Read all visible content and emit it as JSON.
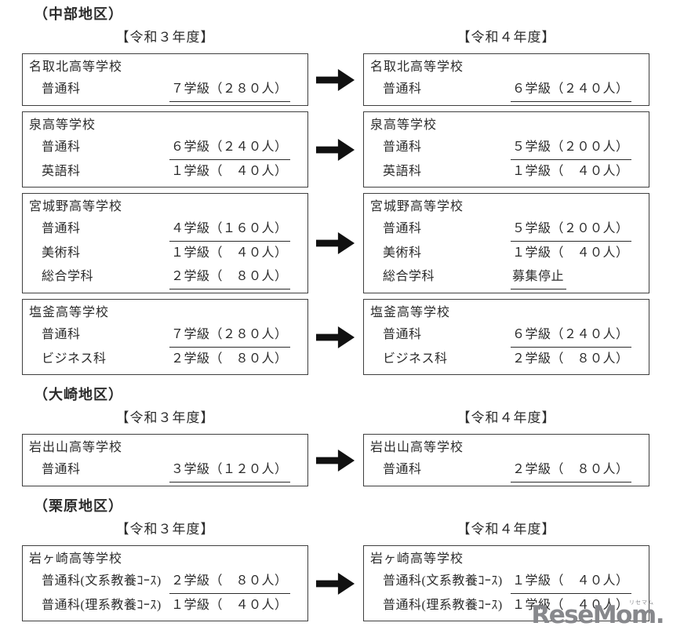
{
  "colors": {
    "text": "#2b2b2b",
    "border": "#3f3f3f",
    "arrow": "#111111",
    "background": "#ffffff",
    "logo": "#87888c"
  },
  "logo": {
    "text": "ReseMom.",
    "ruby": "リセマム"
  },
  "sections": [
    {
      "name": "（中部地区）",
      "left_year": "【令和３年度】",
      "right_year": "【令和４年度】",
      "pairs": [
        {
          "left": {
            "school": "名取北高等学校",
            "rows": [
              {
                "dept": "普通科",
                "value": "７学級（２８０人）",
                "underline": true
              }
            ]
          },
          "right": {
            "school": "名取北高等学校",
            "rows": [
              {
                "dept": "普通科",
                "value": "６学級（２４０人）",
                "underline": true
              }
            ]
          }
        },
        {
          "left": {
            "school": "泉高等学校",
            "rows": [
              {
                "dept": "普通科",
                "value": "６学級（２４０人）",
                "underline": true
              },
              {
                "dept": "英語科",
                "value": "１学級（　４０人）",
                "underline": false
              }
            ]
          },
          "right": {
            "school": "泉高等学校",
            "rows": [
              {
                "dept": "普通科",
                "value": "５学級（２００人）",
                "underline": true
              },
              {
                "dept": "英語科",
                "value": "１学級（　４０人）",
                "underline": false
              }
            ]
          }
        },
        {
          "left": {
            "school": "宮城野高等学校",
            "rows": [
              {
                "dept": "普通科",
                "value": "４学級（１６０人）",
                "underline": true
              },
              {
                "dept": "美術科",
                "value": "１学級（　４０人）",
                "underline": false
              },
              {
                "dept": "総合学科",
                "value": "２学級（　８０人）",
                "underline": true
              }
            ]
          },
          "right": {
            "school": "宮城野高等学校",
            "rows": [
              {
                "dept": "普通科",
                "value": "５学級（２００人）",
                "underline": true
              },
              {
                "dept": "美術科",
                "value": "１学級（　４０人）",
                "underline": false
              },
              {
                "dept": "総合学科",
                "value": "募集停止",
                "underline": true
              }
            ]
          }
        },
        {
          "left": {
            "school": "塩釜高等学校",
            "rows": [
              {
                "dept": "普通科",
                "value": "７学級（２８０人）",
                "underline": true
              },
              {
                "dept": "ビジネス科",
                "value": "２学級（　８０人）",
                "underline": false
              }
            ]
          },
          "right": {
            "school": "塩釜高等学校",
            "rows": [
              {
                "dept": "普通科",
                "value": "６学級（２４０人）",
                "underline": true
              },
              {
                "dept": "ビジネス科",
                "value": "２学級（　８０人）",
                "underline": false
              }
            ]
          }
        }
      ]
    },
    {
      "name": "（大崎地区）",
      "left_year": "【令和３年度】",
      "right_year": "【令和４年度】",
      "pairs": [
        {
          "left": {
            "school": "岩出山高等学校",
            "rows": [
              {
                "dept": "普通科",
                "value": "３学級（１２０人）",
                "underline": true
              }
            ]
          },
          "right": {
            "school": "岩出山高等学校",
            "rows": [
              {
                "dept": "普通科",
                "value": "２学級（　８０人）",
                "underline": true
              }
            ]
          }
        }
      ]
    },
    {
      "name": "（栗原地区）",
      "left_year": "【令和３年度】",
      "right_year": "【令和４年度】",
      "pairs": [
        {
          "left": {
            "school": "岩ヶ崎高等学校",
            "rows": [
              {
                "dept": "普通科(文系教養ｺｰｽ)",
                "value": "２学級（　８０人）",
                "underline": true
              },
              {
                "dept": "普通科(理系教養ｺｰｽ)",
                "value": "１学級（　４０人）",
                "underline": false
              }
            ]
          },
          "right": {
            "school": "岩ヶ崎高等学校",
            "rows": [
              {
                "dept": "普通科(文系教養ｺｰｽ)",
                "value": "１学級（　４０人）",
                "underline": true
              },
              {
                "dept": "普通科(理系教養ｺｰｽ)",
                "value": "１学級（　４０人）",
                "underline": false
              }
            ]
          }
        }
      ]
    }
  ]
}
